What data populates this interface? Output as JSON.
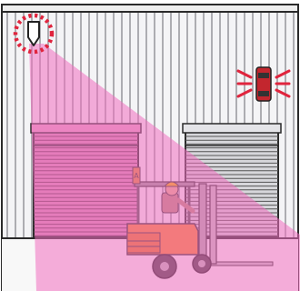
{
  "scene": {
    "sensors": [
      {
        "name": "ceiling-motion-sensor",
        "icon": "pir-sensor-icon",
        "highlight_color": "#e0243d",
        "state": "detecting"
      },
      {
        "name": "wall-alarm-beacon",
        "icon": "beacon-light-icon",
        "highlight_color": "#e0243d",
        "state": "flashing"
      }
    ],
    "detection_zone_color": "#f06ec0",
    "doors": [
      {
        "name": "left-roller-door",
        "state": "closed",
        "inside_detection_zone": true
      },
      {
        "name": "right-roller-door",
        "state": "closed",
        "inside_detection_zone": false
      }
    ],
    "vehicle": {
      "name": "forklift",
      "body_color": "#f58a2e",
      "operator": "driver-with-hard-hat",
      "mast_label": "A"
    }
  }
}
